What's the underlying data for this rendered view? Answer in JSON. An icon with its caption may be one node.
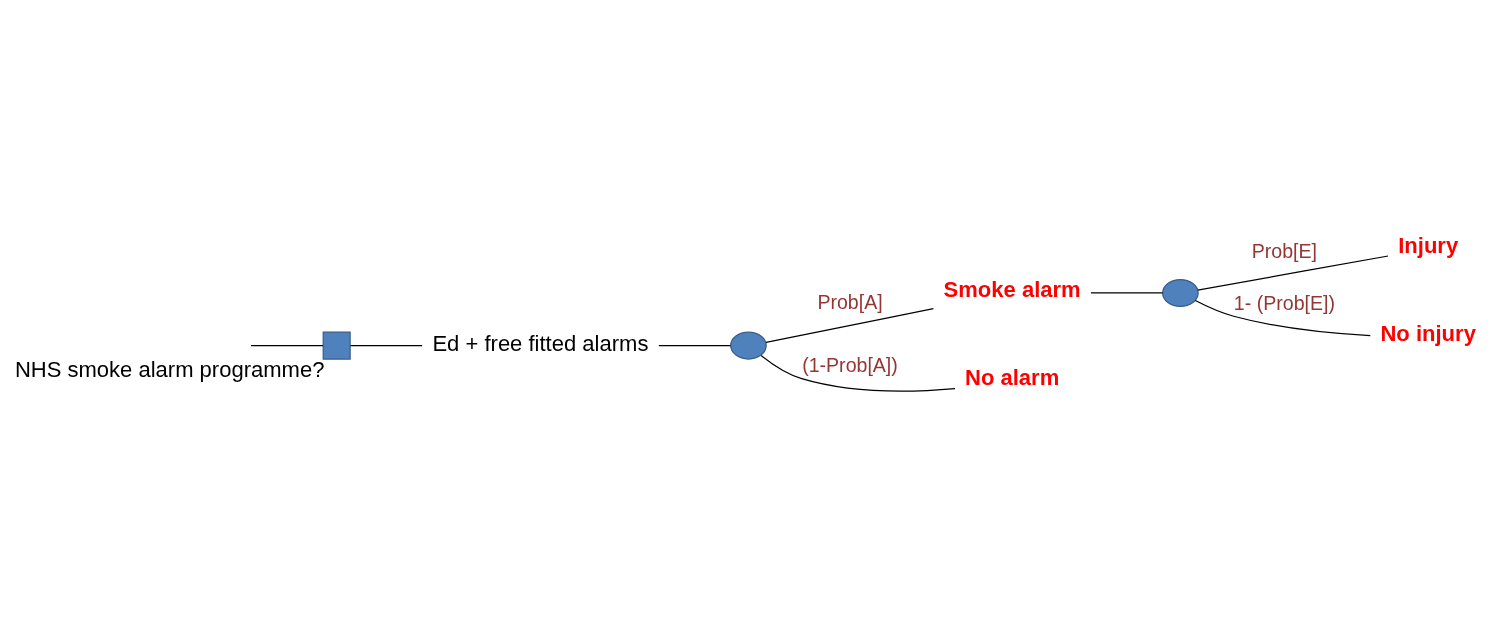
{
  "diagram": {
    "nodes": [
      {
        "text": [],
        "shape": "box",
        "beside": [
          "NHS smoke alarm programme?"
        ]
      },
      {
        "text": [
          "Ed + free fitted alarms"
        ]
      },
      {
        "text": [],
        "shape": "circle"
      },
      {
        "text": [
          "Smoke alarm"
        ]
      },
      {
        "text": [
          "No alarm"
        ]
      },
      {
        "text": [],
        "shape": "circle"
      },
      {
        "text": [
          "Injury"
        ]
      },
      {
        "text": [
          "No injury"
        ]
      }
    ],
    "edges": [
      {
        "from": null,
        "to": 0,
        "arrow": "none"
      },
      {
        "from": 0,
        "to": 1,
        "arrow": "none"
      },
      {
        "from": 1,
        "to": 2,
        "arrow": "none"
      },
      {
        "from": 2,
        "to": 3,
        "arrow": "none",
        "label": "Prob[A]"
      },
      {
        "from": 2,
        "to": 4,
        "arrow": "none",
        "label": "(1-Prob[A])"
      },
      {
        "from": 3,
        "to": 5,
        "arrow": "none"
      },
      {
        "from": 5,
        "to": 6,
        "arrow": "none",
        "label": "Prob[E]"
      },
      {
        "from": 5,
        "to": 7,
        "arrow": "none",
        "label": "1- (Prob[E])"
      }
    ]
  }
}
